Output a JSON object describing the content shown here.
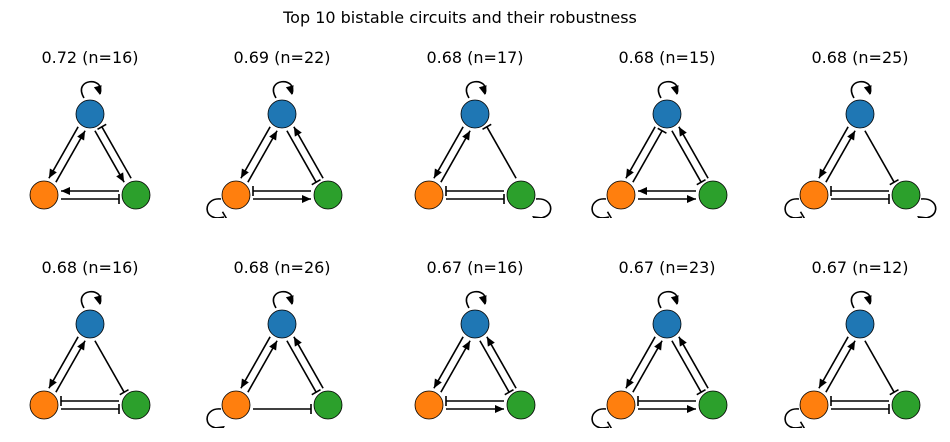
{
  "figure": {
    "title": "Top 10 bistable circuits and their robustness",
    "node_colors": {
      "blue": "#1f77b4",
      "orange": "#ff7f0e",
      "green": "#2ca02c"
    }
  },
  "circuits": [
    {
      "label": "0.72 (n=16)",
      "self_loops": [
        {
          "node": "blue",
          "type": "activate"
        }
      ],
      "edges": [
        {
          "from": "orange",
          "to": "blue",
          "type": "activate"
        },
        {
          "from": "blue",
          "to": "orange",
          "type": "activate"
        },
        {
          "from": "blue",
          "to": "green",
          "type": "activate"
        },
        {
          "from": "green",
          "to": "blue",
          "type": "inhibit"
        },
        {
          "from": "orange",
          "to": "green",
          "type": "inhibit"
        },
        {
          "from": "green",
          "to": "orange",
          "type": "activate"
        }
      ]
    },
    {
      "label": "0.69 (n=22)",
      "self_loops": [
        {
          "node": "blue",
          "type": "activate"
        },
        {
          "node": "orange",
          "type": "inhibit"
        }
      ],
      "edges": [
        {
          "from": "orange",
          "to": "blue",
          "type": "activate"
        },
        {
          "from": "blue",
          "to": "orange",
          "type": "activate"
        },
        {
          "from": "green",
          "to": "blue",
          "type": "activate"
        },
        {
          "from": "blue",
          "to": "green",
          "type": "inhibit"
        },
        {
          "from": "orange",
          "to": "green",
          "type": "activate"
        },
        {
          "from": "green",
          "to": "orange",
          "type": "inhibit"
        }
      ]
    },
    {
      "label": "0.68 (n=17)",
      "self_loops": [
        {
          "node": "blue",
          "type": "activate"
        },
        {
          "node": "green",
          "type": "activate"
        }
      ],
      "edges": [
        {
          "from": "orange",
          "to": "blue",
          "type": "activate"
        },
        {
          "from": "blue",
          "to": "orange",
          "type": "activate"
        },
        {
          "from": "green",
          "to": "blue",
          "type": "inhibit"
        },
        {
          "from": "orange",
          "to": "green",
          "type": "inhibit"
        },
        {
          "from": "green",
          "to": "orange",
          "type": "inhibit"
        }
      ]
    },
    {
      "label": "0.68 (n=15)",
      "self_loops": [
        {
          "node": "blue",
          "type": "activate"
        },
        {
          "node": "orange",
          "type": "inhibit"
        }
      ],
      "edges": [
        {
          "from": "orange",
          "to": "blue",
          "type": "inhibit"
        },
        {
          "from": "blue",
          "to": "orange",
          "type": "activate"
        },
        {
          "from": "green",
          "to": "blue",
          "type": "activate"
        },
        {
          "from": "blue",
          "to": "green",
          "type": "inhibit"
        },
        {
          "from": "orange",
          "to": "green",
          "type": "activate"
        },
        {
          "from": "green",
          "to": "orange",
          "type": "activate"
        }
      ]
    },
    {
      "label": "0.68 (n=25)",
      "self_loops": [
        {
          "node": "blue",
          "type": "activate"
        },
        {
          "node": "orange",
          "type": "inhibit"
        },
        {
          "node": "green",
          "type": "activate"
        }
      ],
      "edges": [
        {
          "from": "orange",
          "to": "blue",
          "type": "activate"
        },
        {
          "from": "blue",
          "to": "orange",
          "type": "activate"
        },
        {
          "from": "blue",
          "to": "green",
          "type": "inhibit"
        },
        {
          "from": "orange",
          "to": "green",
          "type": "inhibit"
        },
        {
          "from": "green",
          "to": "orange",
          "type": "inhibit"
        }
      ]
    },
    {
      "label": "0.68 (n=16)",
      "self_loops": [
        {
          "node": "blue",
          "type": "activate"
        }
      ],
      "edges": [
        {
          "from": "orange",
          "to": "blue",
          "type": "activate"
        },
        {
          "from": "blue",
          "to": "orange",
          "type": "activate"
        },
        {
          "from": "blue",
          "to": "green",
          "type": "inhibit"
        },
        {
          "from": "orange",
          "to": "green",
          "type": "inhibit"
        },
        {
          "from": "green",
          "to": "orange",
          "type": "inhibit"
        }
      ]
    },
    {
      "label": "0.68 (n=26)",
      "self_loops": [
        {
          "node": "blue",
          "type": "activate"
        },
        {
          "node": "orange",
          "type": "activate"
        }
      ],
      "edges": [
        {
          "from": "orange",
          "to": "blue",
          "type": "activate"
        },
        {
          "from": "blue",
          "to": "orange",
          "type": "activate"
        },
        {
          "from": "green",
          "to": "blue",
          "type": "activate"
        },
        {
          "from": "blue",
          "to": "green",
          "type": "inhibit"
        },
        {
          "from": "orange",
          "to": "green",
          "type": "inhibit"
        }
      ]
    },
    {
      "label": "0.67 (n=16)",
      "self_loops": [
        {
          "node": "blue",
          "type": "activate"
        }
      ],
      "edges": [
        {
          "from": "orange",
          "to": "blue",
          "type": "activate"
        },
        {
          "from": "blue",
          "to": "orange",
          "type": "activate"
        },
        {
          "from": "green",
          "to": "blue",
          "type": "activate"
        },
        {
          "from": "blue",
          "to": "green",
          "type": "inhibit"
        },
        {
          "from": "orange",
          "to": "green",
          "type": "activate"
        },
        {
          "from": "green",
          "to": "orange",
          "type": "inhibit"
        }
      ]
    },
    {
      "label": "0.67 (n=23)",
      "self_loops": [
        {
          "node": "blue",
          "type": "activate"
        },
        {
          "node": "orange",
          "type": "inhibit"
        }
      ],
      "edges": [
        {
          "from": "orange",
          "to": "blue",
          "type": "activate"
        },
        {
          "from": "blue",
          "to": "orange",
          "type": "activate"
        },
        {
          "from": "green",
          "to": "blue",
          "type": "activate"
        },
        {
          "from": "blue",
          "to": "green",
          "type": "inhibit"
        },
        {
          "from": "orange",
          "to": "green",
          "type": "activate"
        },
        {
          "from": "green",
          "to": "orange",
          "type": "inhibit"
        }
      ]
    },
    {
      "label": "0.67 (n=12)",
      "self_loops": [
        {
          "node": "blue",
          "type": "activate"
        },
        {
          "node": "orange",
          "type": "inhibit"
        }
      ],
      "edges": [
        {
          "from": "orange",
          "to": "blue",
          "type": "activate"
        },
        {
          "from": "blue",
          "to": "orange",
          "type": "activate"
        },
        {
          "from": "blue",
          "to": "green",
          "type": "inhibit"
        },
        {
          "from": "orange",
          "to": "green",
          "type": "inhibit"
        },
        {
          "from": "green",
          "to": "orange",
          "type": "inhibit"
        }
      ]
    }
  ]
}
